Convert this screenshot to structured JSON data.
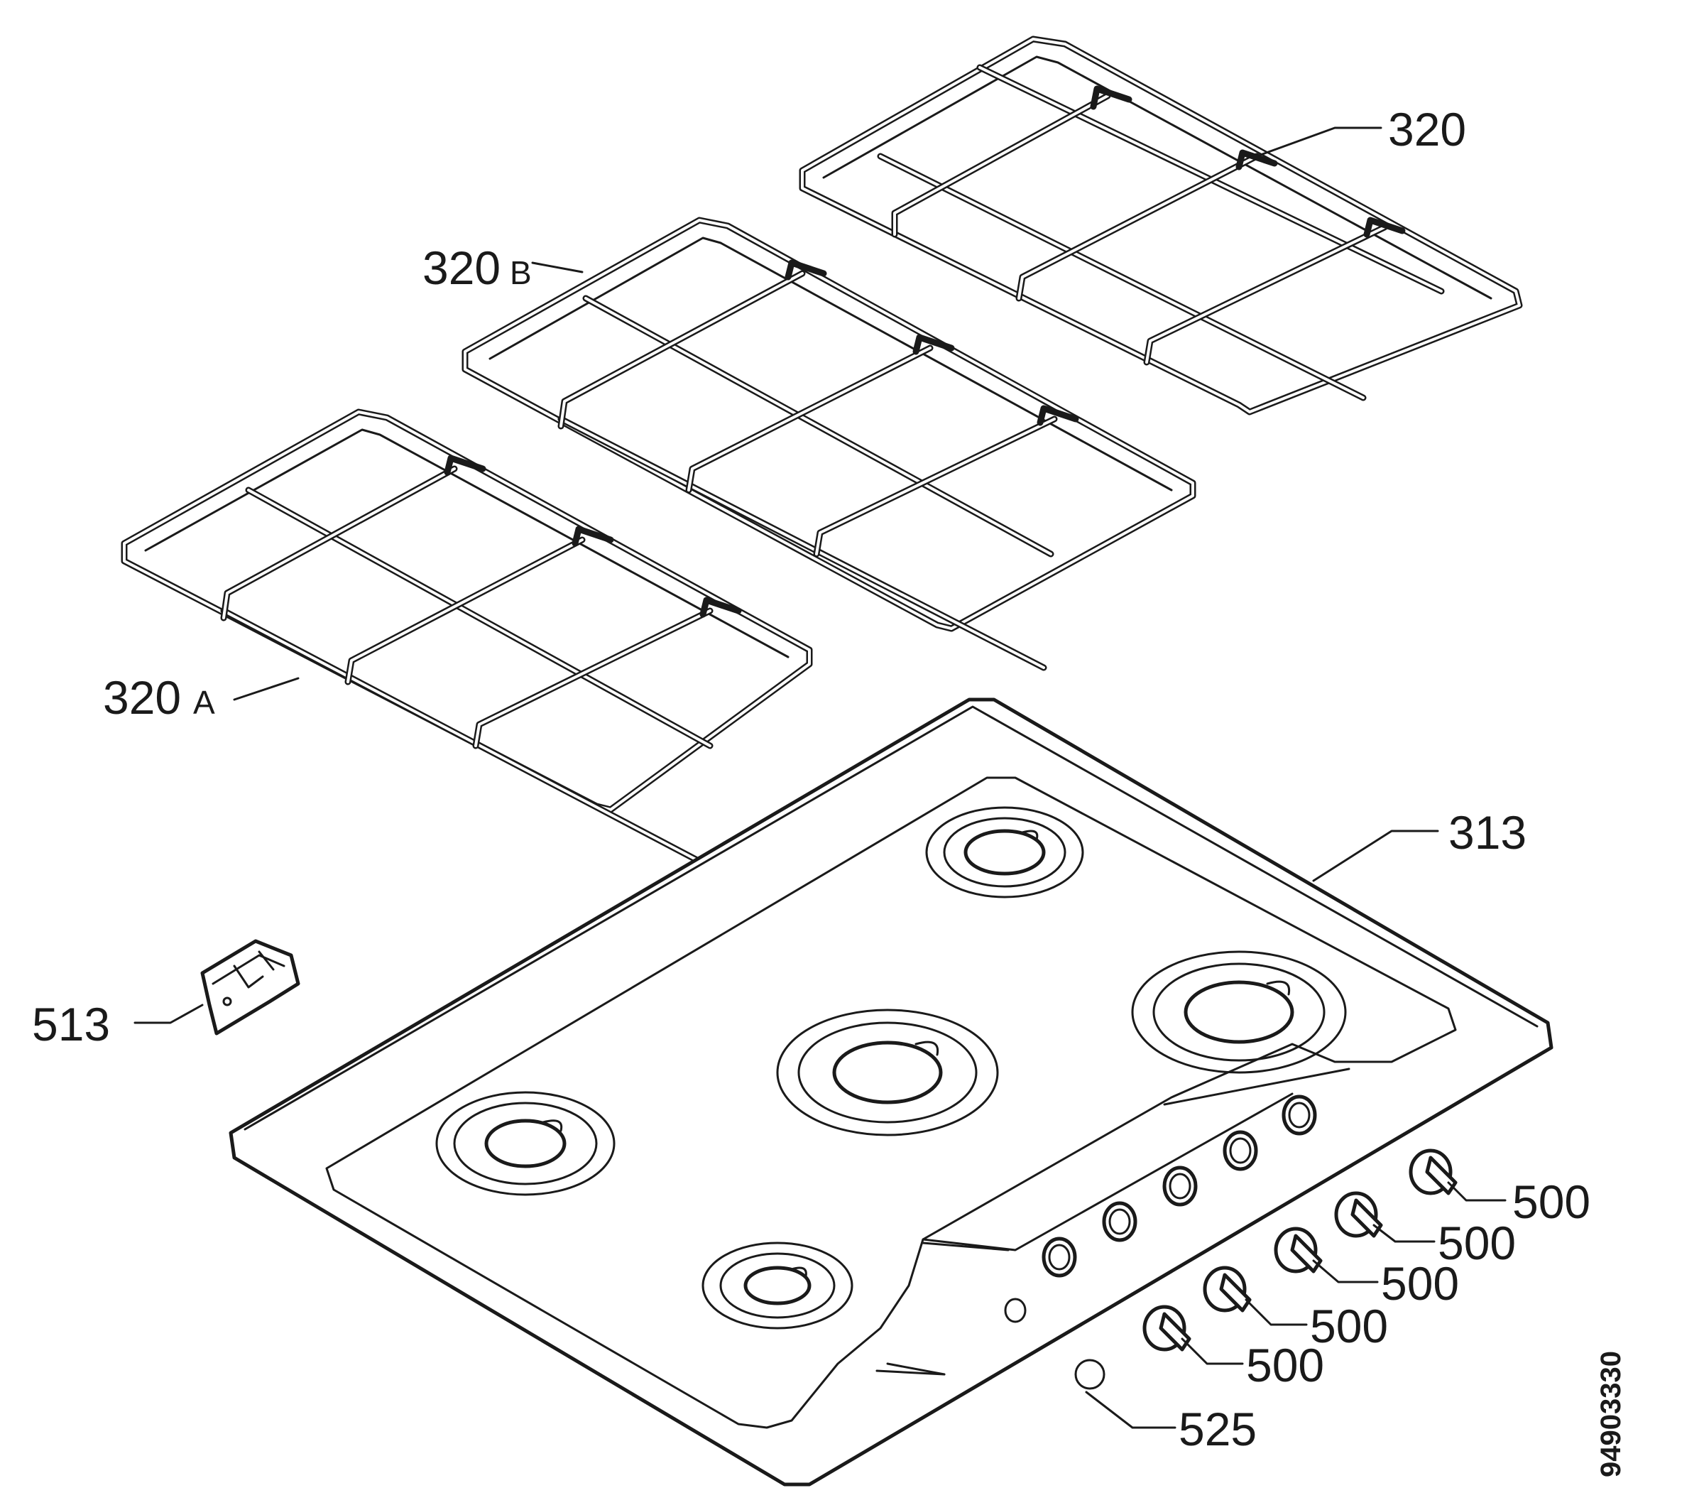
{
  "labels": {
    "grid_right": "320",
    "grid_middle_num": "320",
    "grid_middle_letter": "B",
    "grid_left_num": "320",
    "grid_left_letter": "A",
    "hob_top": "313",
    "clip": "513",
    "knob_1": "500",
    "knob_2": "500",
    "knob_3": "500",
    "knob_4": "500",
    "knob_5": "500",
    "button": "525"
  },
  "document_number": "94903330"
}
